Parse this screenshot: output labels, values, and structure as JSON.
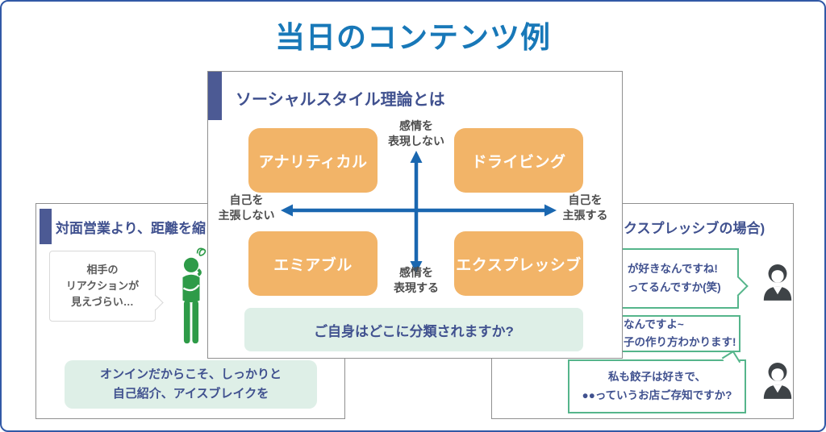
{
  "slide": {
    "title": "当日のコンテンツ例"
  },
  "center_card": {
    "header": "ソーシャルスタイル理論とは",
    "quadrants": {
      "top_left": "アナリティカル",
      "top_right": "ドライビング",
      "bottom_left": "エミアブル",
      "bottom_right": "エクスプレッシブ"
    },
    "axes": {
      "top": [
        "感情を",
        "表現しない"
      ],
      "bottom": [
        "感情を",
        "表現する"
      ],
      "left": [
        "自己を",
        "主張しない"
      ],
      "right": [
        "自己を",
        "主張する"
      ]
    },
    "question": "ご自身はどこに分類されますか?"
  },
  "left_card": {
    "header": "対面営業より、距離を縮",
    "thought_bubble": [
      "相手の",
      "リアクションが",
      "見えづらい…"
    ],
    "note": [
      "オンインだからこそ、しっかりと",
      "自己紹介、アイスブレイクを"
    ]
  },
  "right_card": {
    "header": "クスプレッシブの場合)",
    "bubbles": [
      {
        "lines": [
          "が好きなんですね!",
          "ってるんですか(笑)"
        ]
      },
      {
        "lines": [
          "なんですよ~",
          "子の作り方わかります!"
        ]
      },
      {
        "lines": [
          "私も餃子は好きで、",
          "●●っていうお店ご存知ですか?"
        ]
      }
    ]
  },
  "colors": {
    "title_blue": "#1878B8",
    "navy_text": "#40518F",
    "accent_bar": "#4C5A94",
    "quadrant_orange": "#F2B468",
    "arrow_blue": "#1A67B0",
    "mint_green": "#DEEFE7",
    "bubble_border_green": "#55B58B",
    "person_green": "#2E9B48",
    "person_gray": "#3E4347",
    "outer_border": "#3158A6"
  }
}
